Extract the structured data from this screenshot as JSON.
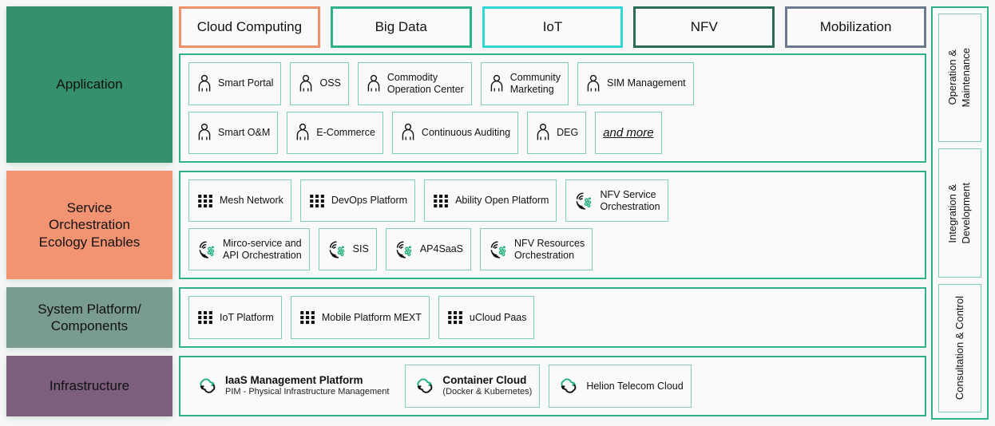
{
  "layers": [
    {
      "id": "application",
      "label": "Application",
      "color": "#36906c",
      "tags": [
        {
          "text": "Cloud Computing",
          "border": "#f0906a"
        },
        {
          "text": "Big Data",
          "border": "#2fb18c"
        },
        {
          "text": "IoT",
          "border": "#33d6d6"
        },
        {
          "text": "NFV",
          "border": "#2a6b55"
        },
        {
          "text": "Mobilization",
          "border": "#6b7a8c"
        }
      ],
      "columns": [
        {
          "top": {
            "label": "Smart Portal",
            "icon": "person-icon"
          },
          "bottom": {
            "label": "Smart O&M",
            "icon": "person-icon"
          }
        },
        {
          "top": {
            "label": "OSS",
            "icon": "person-icon"
          },
          "bottom": {
            "label": "E-Commerce",
            "icon": "person-icon"
          }
        },
        {
          "top": {
            "label": "Commodity\nOperation Center",
            "icon": "person-icon"
          },
          "bottom": {
            "label": "Continuous Auditing",
            "icon": "person-icon"
          }
        },
        {
          "top": {
            "label": "Community\nMarketing",
            "icon": "person-icon"
          },
          "bottom": {
            "label": "DEG",
            "icon": "person-icon"
          }
        },
        {
          "top": {
            "label": "SIM Management",
            "icon": "person-icon"
          },
          "bottom": {
            "label": "and more",
            "icon": "none",
            "style": "italic-underline"
          }
        }
      ]
    },
    {
      "id": "service-orchestration",
      "label": "Service\nOrchestration\nEcology Enables",
      "color": "#f29372",
      "columns": [
        {
          "top": {
            "label": "Mesh Network",
            "icon": "grid-dots-icon"
          },
          "bottom": {
            "label": "Mirco-service and\nAPI Orchestration",
            "icon": "orchestration-swirl-icon"
          }
        },
        {
          "top": {
            "label": "DevOps Platform",
            "icon": "grid-dots-icon"
          },
          "bottom": {
            "label": "SIS",
            "icon": "orchestration-swirl-icon"
          }
        },
        {
          "top": {
            "label": "Ability Open Platform",
            "icon": "grid-dots-icon"
          },
          "bottom": {
            "label": "AP4SaaS",
            "icon": "orchestration-swirl-icon"
          }
        },
        {
          "top": {
            "label": "NFV Service\nOrchestration",
            "icon": "orchestration-swirl-icon"
          },
          "bottom": {
            "label": "NFV Resources\nOrchestration",
            "icon": "orchestration-swirl-icon"
          }
        }
      ]
    },
    {
      "id": "system-platform",
      "label": "System Platform/\nComponents",
      "color": "#7a9b91",
      "items": [
        {
          "label": "IoT Platform",
          "icon": "grid-dots-icon"
        },
        {
          "label": "Mobile Platform MEXT",
          "icon": "grid-dots-icon"
        },
        {
          "label": "uCloud Paas",
          "icon": "grid-dots-icon"
        }
      ]
    },
    {
      "id": "infrastructure",
      "label": "Infrastructure",
      "color": "#7d5f7d",
      "items": [
        {
          "label": "IaaS Management Platform",
          "sub": "PIM - Physical Infrastructure Management",
          "icon": "cloud-refresh-icon",
          "bordered": false
        },
        {
          "label": "Container Cloud",
          "sub": "(Docker & Kubernetes)",
          "icon": "cloud-refresh-icon",
          "bordered": true
        },
        {
          "label": "Helion Telecom Cloud",
          "sub": "",
          "icon": "cloud-refresh-icon",
          "bordered": true
        }
      ]
    }
  ],
  "sidebar": {
    "items": [
      {
        "text": "Operation &\nMaintenance"
      },
      {
        "text": "Integration &\nDevelopment"
      },
      {
        "text": "Consultation & Control"
      }
    ]
  },
  "theme": {
    "accent": "#2fb18c",
    "accent_light": "#7fcfb9",
    "background": "#f7f7f7",
    "box_fill": "#fafafa",
    "icon_dot": "#23b07a"
  }
}
